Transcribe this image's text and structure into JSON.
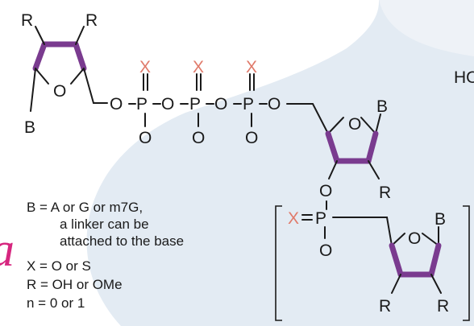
{
  "atoms": {
    "R": "R",
    "B": "B",
    "O": "O",
    "P": "P",
    "X": "X"
  },
  "legend": {
    "b_def_line1": "B = A or G or m7G,",
    "b_def_line2": "a linker can be",
    "b_def_line3": "attached to the base",
    "x_def": "X = O or S",
    "r_def": "R = OH or OMe",
    "n_def": "n = 0 or 1"
  },
  "fragments": {
    "top_right": "HO",
    "left_edge": "a"
  },
  "colors": {
    "bond": "#1a1a1a",
    "ring_bold": "#7a3b8f",
    "x_label": "#e07a6a",
    "background_shape": "#dfe8f1",
    "pink_fragment": "#d6267f"
  }
}
